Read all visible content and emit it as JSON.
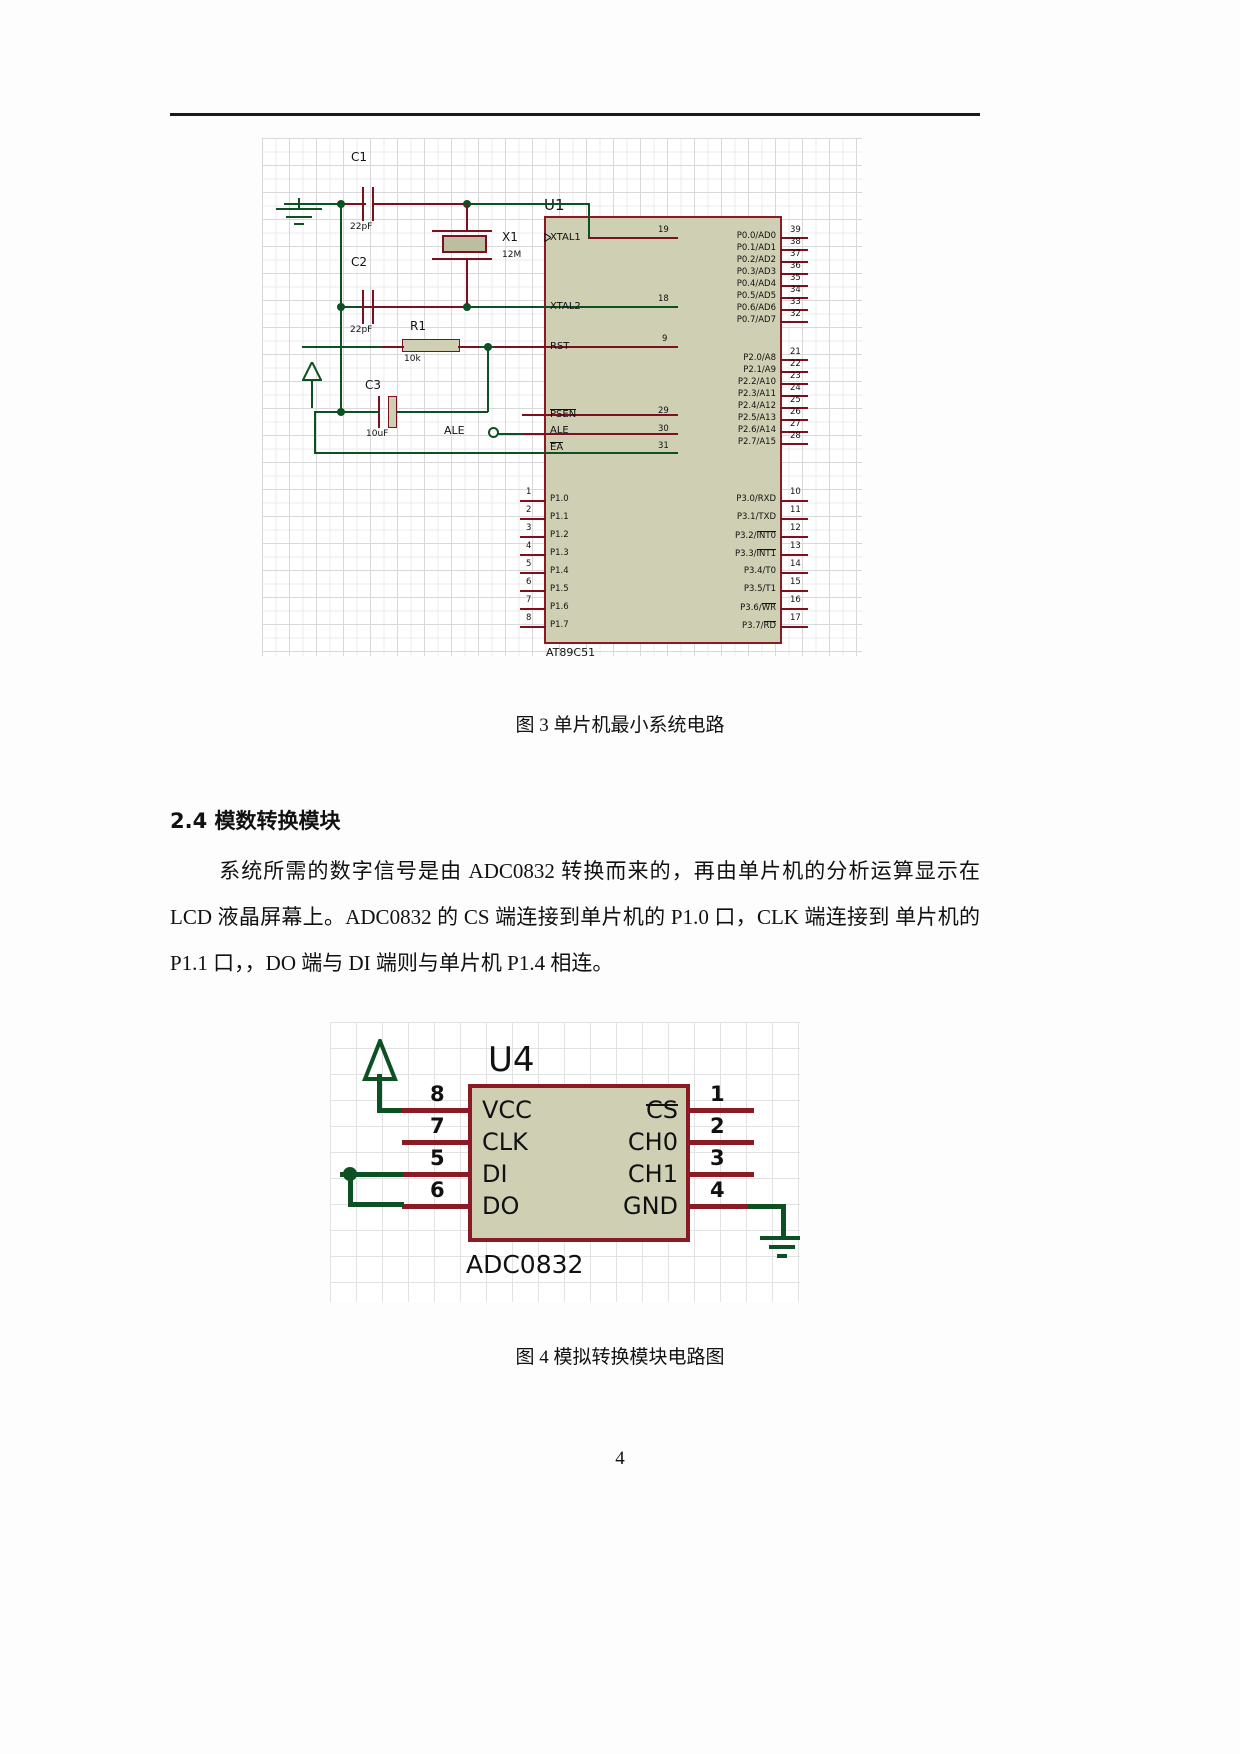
{
  "document": {
    "page_number": "4",
    "figure3_caption": "图 3  单片机最小系统电路",
    "figure4_caption": "图 4 模拟转换模块电路图",
    "section_heading": "2.4 模数转换模块",
    "paragraph": "系统所需的数字信号是由 ADC0832 转换而来的，再由单片机的分析运算显示在 LCD 液晶屏幕上。ADC0832 的 CS 端连接到单片机的 P1.0 口，CLK 端连接到 单片机的 P1.1 口，，DO 端与 DI 端则与单片机 P1.4 相连。"
  },
  "figure3": {
    "title": "单片机最小系统电路",
    "chip": {
      "ref": "U1",
      "name": "AT89C51"
    },
    "components": [
      {
        "ref": "C1",
        "value": "22pF"
      },
      {
        "ref": "C2",
        "value": "22pF"
      },
      {
        "ref": "C3",
        "value": "10uF"
      },
      {
        "ref": "R1",
        "value": "10k"
      },
      {
        "ref": "X1",
        "value": "12M"
      }
    ],
    "net_label": "ALE",
    "left_pins": [
      {
        "num": "19",
        "label": "XTAL1",
        "overline": false
      },
      {
        "num": "18",
        "label": "XTAL2",
        "overline": false
      },
      {
        "num": "9",
        "label": "RST",
        "overline": false
      },
      {
        "num": "29",
        "label": "PSEN",
        "overline": true
      },
      {
        "num": "30",
        "label": "ALE",
        "overline": false
      },
      {
        "num": "31",
        "label": "EA",
        "overline": true
      }
    ],
    "p1_pins": [
      {
        "num": "1",
        "label": "P1.0"
      },
      {
        "num": "2",
        "label": "P1.1"
      },
      {
        "num": "3",
        "label": "P1.2"
      },
      {
        "num": "4",
        "label": "P1.3"
      },
      {
        "num": "5",
        "label": "P1.4"
      },
      {
        "num": "6",
        "label": "P1.5"
      },
      {
        "num": "7",
        "label": "P1.6"
      },
      {
        "num": "8",
        "label": "P1.7"
      }
    ],
    "p0_pins": [
      {
        "num": "39",
        "label": "P0.0/AD0"
      },
      {
        "num": "38",
        "label": "P0.1/AD1"
      },
      {
        "num": "37",
        "label": "P0.2/AD2"
      },
      {
        "num": "36",
        "label": "P0.3/AD3"
      },
      {
        "num": "35",
        "label": "P0.4/AD4"
      },
      {
        "num": "34",
        "label": "P0.5/AD5"
      },
      {
        "num": "33",
        "label": "P0.6/AD6"
      },
      {
        "num": "32",
        "label": "P0.7/AD7"
      }
    ],
    "p2_pins": [
      {
        "num": "21",
        "label": "P2.0/A8"
      },
      {
        "num": "22",
        "label": "P2.1/A9"
      },
      {
        "num": "23",
        "label": "P2.2/A10"
      },
      {
        "num": "24",
        "label": "P2.3/A11"
      },
      {
        "num": "25",
        "label": "P2.4/A12"
      },
      {
        "num": "26",
        "label": "P2.5/A13"
      },
      {
        "num": "27",
        "label": "P2.6/A14"
      },
      {
        "num": "28",
        "label": "P2.7/A15"
      }
    ],
    "p3_pins": [
      {
        "num": "10",
        "label": "P3.0/RXD",
        "overline_part": ""
      },
      {
        "num": "11",
        "label": "P3.1/TXD",
        "overline_part": ""
      },
      {
        "num": "12",
        "label": "P3.2/",
        "overline_part": "INT0"
      },
      {
        "num": "13",
        "label": "P3.3/",
        "overline_part": "INT1"
      },
      {
        "num": "14",
        "label": "P3.4/T0",
        "overline_part": ""
      },
      {
        "num": "15",
        "label": "P3.5/T1",
        "overline_part": ""
      },
      {
        "num": "16",
        "label": "P3.6/",
        "overline_part": "WR"
      },
      {
        "num": "17",
        "label": "P3.7/",
        "overline_part": "RD"
      }
    ]
  },
  "figure4": {
    "title": "模拟转换模块电路图",
    "chip": {
      "ref": "U4",
      "name": "ADC0832"
    },
    "left_pins": [
      {
        "num": "8",
        "label": "VCC"
      },
      {
        "num": "7",
        "label": "CLK"
      },
      {
        "num": "5",
        "label": "DI"
      },
      {
        "num": "6",
        "label": "DO"
      }
    ],
    "right_pins": [
      {
        "num": "1",
        "label": "CS",
        "overline": true
      },
      {
        "num": "2",
        "label": "CH0",
        "overline": false
      },
      {
        "num": "3",
        "label": "CH1",
        "overline": false
      },
      {
        "num": "4",
        "label": "GND",
        "overline": false
      }
    ]
  },
  "colors": {
    "wire_red": "#7a1020",
    "wire_green": "#0d5024",
    "chip_fill": "#cfcfb4",
    "chip_border": "#8a1b25"
  }
}
